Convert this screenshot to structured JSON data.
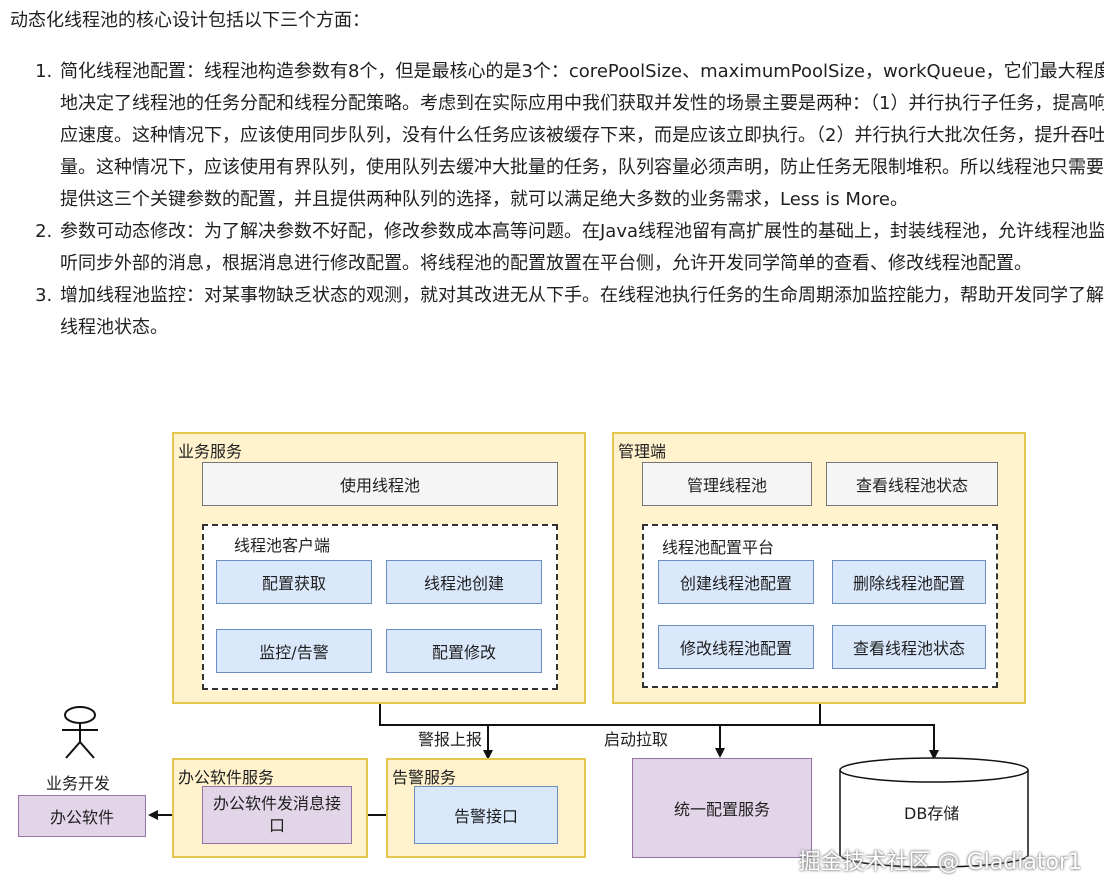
{
  "intro": "动态化线程池的核心设计包括以下三个方面：",
  "points": [
    "简化线程池配置：线程池构造参数有8个，但是最核心的是3个：corePoolSize、maximumPoolSize，workQueue，它们最大程度地决定了线程池的任务分配和线程分配策略。考虑到在实际应用中我们获取并发性的场景主要是两种：（1）并行执行子任务，提高响应速度。这种情况下，应该使用同步队列，没有什么任务应该被缓存下来，而是应该立即执行。（2）并行执行大批次任务，提升吞吐量。这种情况下，应该使用有界队列，使用队列去缓冲大批量的任务，队列容量必须声明，防止任务无限制堆积。所以线程池只需要提供这三个关键参数的配置，并且提供两种队列的选择，就可以满足绝大多数的业务需求，Less is More。",
    "参数可动态修改：为了解决参数不好配，修改参数成本高等问题。在Java线程池留有高扩展性的基础上，封装线程池，允许线程池监听同步外部的消息，根据消息进行修改配置。将线程池的配置放置在平台侧，允许开发同学简单的查看、修改线程池配置。",
    "增加线程池监控：对某事物缺乏状态的观测，就对其改进无从下手。在线程池执行任务的生命周期添加监控能力，帮助开发同学了解线程池状态。"
  ],
  "diagram": {
    "biz_service": {
      "title": "业务服务",
      "use_pool": "使用线程池",
      "client": {
        "title": "线程池客户端",
        "items": [
          "配置获取",
          "线程池创建",
          "监控/告警",
          "配置修改"
        ]
      }
    },
    "admin": {
      "title": "管理端",
      "manage_pool": "管理线程池",
      "view_status": "查看线程池状态",
      "platform": {
        "title": "线程池配置平台",
        "items": [
          "创建线程池配置",
          "删除线程池配置",
          "修改线程池配置",
          "查看线程池状态"
        ]
      }
    },
    "alert_report": "警报上报",
    "start_pull": "启动拉取",
    "office_service": {
      "title": "办公软件服务",
      "interface": "办公软件发消息接口"
    },
    "alarm_service": {
      "title": "告警服务",
      "interface": "告警接口"
    },
    "config_service": "统一配置服务",
    "db": "DB存储",
    "actor": "业务开发",
    "office_app": "办公软件"
  },
  "watermark": "掘金技术社区 @ Gladiator1",
  "colors": {
    "group_fill": "#fff2cc",
    "group_border": "#e6c64f",
    "item_fill": "#dae8fc",
    "item_border": "#6c8ebf",
    "service_fill": "#e1d5e7",
    "service_border": "#9673a6"
  }
}
